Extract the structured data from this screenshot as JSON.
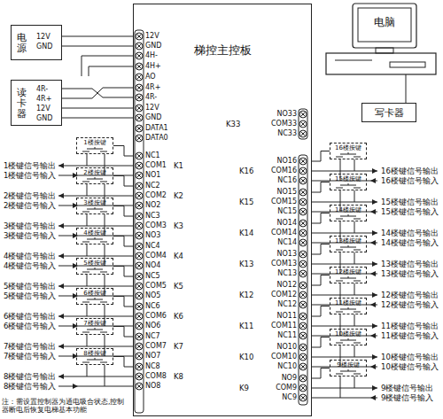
{
  "diagram": {
    "nodes": [
      {
        "text": [
          "电源",
          "12V",
          "GND"
        ]
      },
      {
        "text": [
          "读卡器",
          "4R-",
          "4R+",
          "12V",
          "GND"
        ]
      },
      {
        "text": [
          "梯控主控板"
        ]
      },
      {
        "text": [
          "电脑"
        ]
      },
      {
        "text": [
          "写卡器"
        ]
      },
      {
        "text": [
          "1楼按键"
        ]
      },
      {
        "text": [
          "2楼按键"
        ]
      },
      {
        "text": [
          "3楼按键"
        ]
      },
      {
        "text": [
          "4楼按键"
        ]
      },
      {
        "text": [
          "5楼按键"
        ]
      },
      {
        "text": [
          "6楼按键"
        ]
      },
      {
        "text": [
          "7楼按键"
        ]
      },
      {
        "text": [
          "8楼按键"
        ]
      },
      {
        "text": [
          "16楼按键"
        ]
      },
      {
        "text": [
          "15楼按键"
        ]
      },
      {
        "text": [
          "14楼按键"
        ]
      },
      {
        "text": [
          "13楼按键"
        ]
      },
      {
        "text": [
          "12楼按键"
        ]
      },
      {
        "text": [
          "11楼按键"
        ]
      },
      {
        "text": [
          "10楼按键"
        ]
      },
      {
        "text": [
          "9楼按键"
        ]
      }
    ],
    "edges": [
      {
        "from": 0,
        "to": 2,
        "arrow": "none"
      },
      {
        "from": 0,
        "to": 2,
        "arrow": "none"
      },
      {
        "from": 1,
        "to": 2,
        "arrow": "none"
      },
      {
        "from": 1,
        "to": 2,
        "arrow": "none"
      },
      {
        "from": 1,
        "to": 2,
        "arrow": "none"
      },
      {
        "from": 1,
        "to": 2,
        "arrow": "none"
      },
      {
        "from": 3,
        "to": 4,
        "arrow": "none"
      },
      {
        "from": 5,
        "to": 2,
        "arrow": "none"
      },
      {
        "from": 6,
        "to": 2,
        "arrow": "none"
      },
      {
        "from": 7,
        "to": 2,
        "arrow": "none"
      },
      {
        "from": 8,
        "to": 2,
        "arrow": "none"
      },
      {
        "from": 9,
        "to": 2,
        "arrow": "none"
      },
      {
        "from": 10,
        "to": 2,
        "arrow": "none"
      },
      {
        "from": 11,
        "to": 2,
        "arrow": "none"
      },
      {
        "from": 12,
        "to": 2,
        "arrow": "none"
      },
      {
        "from": 13,
        "to": 2,
        "arrow": "none"
      },
      {
        "from": 14,
        "to": 2,
        "arrow": "none"
      },
      {
        "from": 15,
        "to": 2,
        "arrow": "none"
      },
      {
        "from": 16,
        "to": 2,
        "arrow": "none"
      },
      {
        "from": 17,
        "to": 2,
        "arrow": "none"
      },
      {
        "from": 18,
        "to": 2,
        "arrow": "none"
      },
      {
        "from": 19,
        "to": 2,
        "arrow": "none"
      },
      {
        "from": 20,
        "to": 2,
        "arrow": "none"
      }
    ],
    "labels": [
      "12V",
      "GND",
      "4H-",
      "4H+",
      "AO",
      "4R+",
      "4R-",
      "12V",
      "GND",
      "DATA1",
      "DATA0",
      "K33",
      "NO33",
      "COM33",
      "NC33",
      "1楼键信号输出",
      "1楼键信号输入",
      "NC1",
      "COM1",
      "NO1",
      "K1",
      "2楼键信号输出",
      "2楼键信号输入",
      "NC2",
      "COM2",
      "NO2",
      "K2",
      "3楼键信号输出",
      "3楼键信号输入",
      "NC3",
      "COM3",
      "NO3",
      "K3",
      "4楼键信号输出",
      "4楼键信号输入",
      "NC4",
      "COM4",
      "NO4",
      "K4",
      "5楼键信号输出",
      "5楼键信号输入",
      "NC5",
      "COM5",
      "NO5",
      "K5",
      "6楼键信号输出",
      "6楼键信号输入",
      "NC6",
      "COM6",
      "NO6",
      "K6",
      "7楼键信号输出",
      "7楼键信号输入",
      "NC7",
      "COM7",
      "NO7",
      "K7",
      "8楼键信号输出",
      "8楼键信号输入",
      "NC8",
      "COM8",
      "NO8",
      "K8",
      "16楼键信号输出",
      "16楼键信号输入",
      "NO16",
      "COM16",
      "NC16",
      "K16",
      "15楼键信号输出",
      "15楼键信号输入",
      "NO15",
      "COM15",
      "NC15",
      "K15",
      "14楼键信号输出",
      "14楼键信号输入",
      "NO14",
      "COM14",
      "NC14",
      "K14",
      "13楼键信号输出",
      "13楼键信号输入",
      "NO13",
      "COM13",
      "NC13",
      "K13",
      "12楼键信号输出",
      "12楼键信号输入",
      "NO12",
      "COM12",
      "NC12",
      "K12",
      "11楼键信号输出",
      "11楼键信号输入",
      "NO11",
      "COM11",
      "NC11",
      "K11",
      "10楼键信号输出",
      "10楼键信号输入",
      "NO10",
      "COM10",
      "NC10",
      "K10",
      "9楼键信号输出",
      "9楼键信号输入",
      "NO9",
      "COM9",
      "NC9",
      "K9",
      "注：需设置控制器为通电吸合状态,控制器断电后恢复电梯基本功能"
    ]
  }
}
